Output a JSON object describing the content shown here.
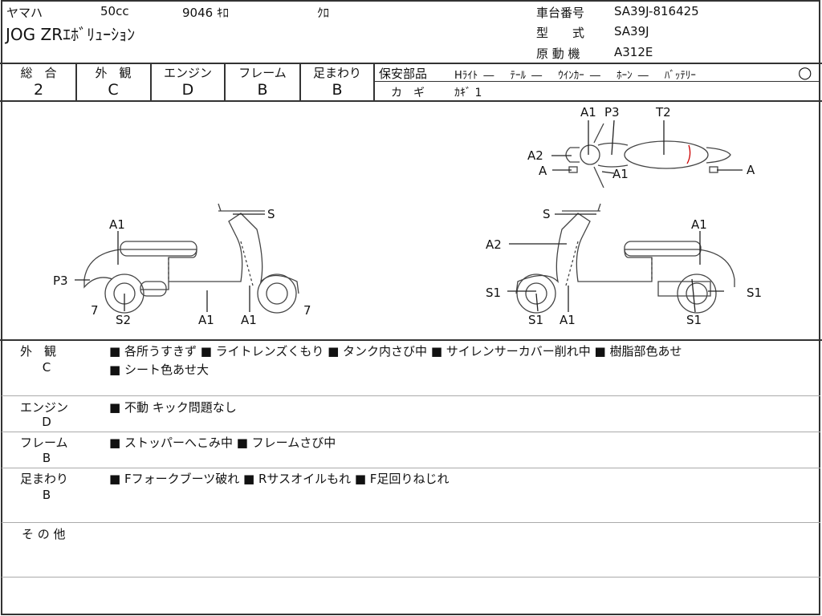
{
  "header": {
    "maker": "ヤマハ",
    "displacement": "50cc",
    "mileage": "9046 ｷﾛ",
    "color": "ｸﾛ",
    "model_name": "JOG ZRｴﾎﾞﾘｭｰｼｮﾝ",
    "frame_no_label": "車台番号",
    "frame_no": "SA39J-816425",
    "type_label": "型　　式",
    "type": "SA39J",
    "engine_label": "原 動 機",
    "engine": "A312E"
  },
  "grades": [
    {
      "label": "総　合",
      "value": "2"
    },
    {
      "label": "外　観",
      "value": "C"
    },
    {
      "label": "エンジン",
      "value": "D"
    },
    {
      "label": "フレーム",
      "value": "B"
    },
    {
      "label": "足まわり",
      "value": "B"
    }
  ],
  "safety": {
    "label": "保安部品",
    "items": "Hﾗｲﾄ ―　 ﾃｰﾙ ―　 ｳｲﾝｶｰ ―　 ﾎｰﾝ ―　 ﾊﾞｯﾃﾘｰ",
    "battery": "○",
    "key_label": "カ　ギ",
    "key_value": "ｶｷﾞ 1"
  },
  "diagram": {
    "top": [
      "A1",
      "P3",
      "T2",
      "A2",
      "A",
      "A1",
      "A"
    ],
    "left": [
      "A1",
      "S",
      "P3",
      "7",
      "S2",
      "A1",
      "A1",
      "7"
    ],
    "right": [
      "S",
      "A1",
      "A2",
      "S1",
      "S1",
      "S1",
      "A1",
      "S1"
    ]
  },
  "comments": [
    {
      "label": "外　観",
      "grade": "C",
      "lines": [
        "■ 各所うすきず ■ ライトレンズくもり ■ タンク内さび中 ■ サイレンサーカバー削れ中 ■ 樹脂部色あせ",
        "■ シート色あせ大"
      ]
    },
    {
      "label": "エンジン",
      "grade": "D",
      "lines": [
        "■ 不動 キック問題なし"
      ]
    },
    {
      "label": "フレーム",
      "grade": "B",
      "lines": [
        "■ ストッパーへこみ中 ■ フレームさび中"
      ]
    },
    {
      "label": "足まわり",
      "grade": "B",
      "lines": [
        "■ Fフォークブーツ破れ ■ Rサスオイルもれ ■ F足回りねじれ"
      ]
    },
    {
      "label": "そ の 他",
      "grade": "",
      "lines": []
    }
  ]
}
